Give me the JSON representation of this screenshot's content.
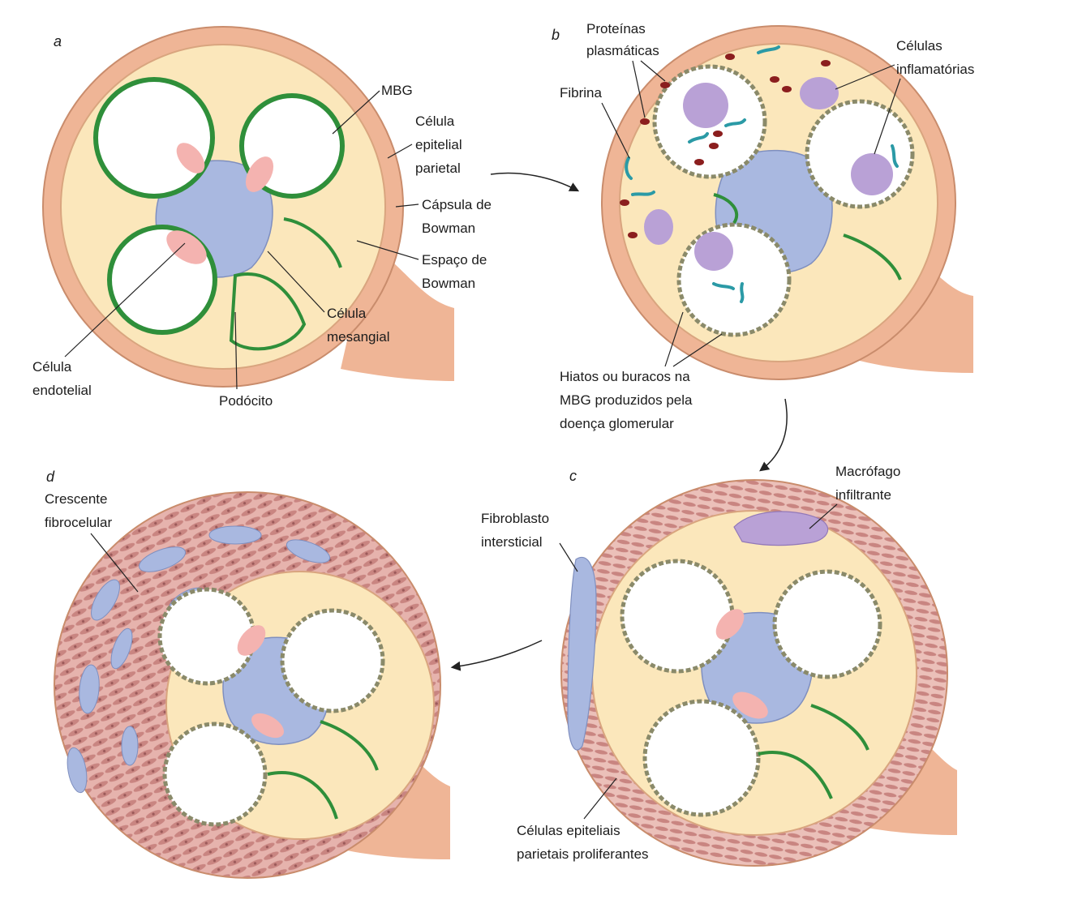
{
  "panels": {
    "a": {
      "letter": "a",
      "labels": {
        "mbg": "MBG",
        "parietal_1": "Célula",
        "parietal_2": "epitelial",
        "parietal_3": "parietal",
        "capsula_1": "Cápsula de",
        "capsula_2": "Bowman",
        "espaco_1": "Espaço de",
        "espaco_2": "Bowman",
        "mesangial_1": "Célula",
        "mesangial_2": "mesangial",
        "endotelial_1": "Célula",
        "endotelial_2": "endotelial",
        "podocito": "Podócito"
      }
    },
    "b": {
      "letter": "b",
      "labels": {
        "proteinas_1": "Proteínas",
        "proteinas_2": "plasmáticas",
        "fibrina": "Fibrina",
        "inflam_1": "Células",
        "inflam_2": "inflamatórias",
        "hiatos_1": "Hiatos ou buracos na",
        "hiatos_2": "MBG produzidos pela",
        "hiatos_3": "doença glomerular"
      }
    },
    "c": {
      "letter": "c",
      "labels": {
        "macrofago_1": "Macrófago",
        "macrofago_2": "infiltrante",
        "fibroblasto_1": "Fibroblasto",
        "fibroblasto_2": "intersticial",
        "epiteliais_1": "Células epiteliais",
        "epiteliais_2": "parietais proliferantes"
      }
    },
    "d": {
      "letter": "d",
      "labels": {
        "crescente_1": "Crescente",
        "crescente_2": "fibrocelular"
      }
    }
  },
  "colors": {
    "capsule": "#efb596",
    "capsule_stroke": "#c98c6c",
    "space": "#fbe7bb",
    "gbm": "#2f8f3a",
    "capillary": "#ffffff",
    "endothelial": "#f4b3b0",
    "mesangial": "#a9b8e0",
    "inflammatory": "#b9a1d6",
    "protein": "#8b1e1e",
    "fibrin": "#2b9aa6",
    "crescent": "#d69a98"
  }
}
